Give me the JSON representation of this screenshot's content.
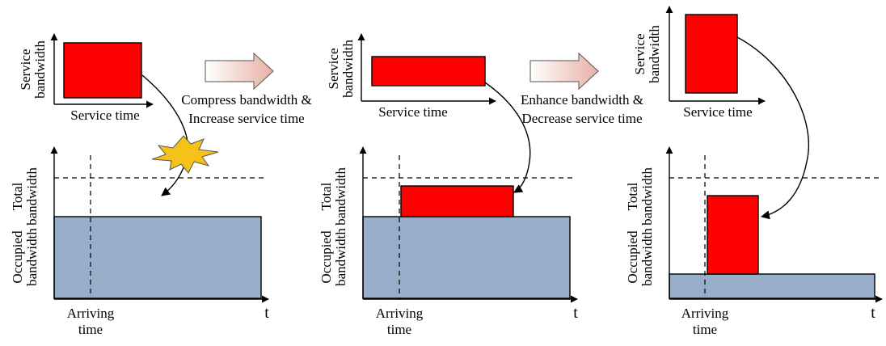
{
  "colors": {
    "service_fill": "#ff0000",
    "occupied_fill": "#98aecb",
    "arrow_fill_start": "#ffffff",
    "arrow_fill_end": "#e8b0a6",
    "burst_fill": "#f6c21a"
  },
  "panels": [
    {
      "service_axes": {
        "y_label_line1": "Service",
        "y_label_line2": "bandwidth",
        "x_label": "Service time"
      },
      "network_axes": {
        "y_total_line1": "Total",
        "y_total_line2": "bandwidth",
        "y_occupied_line1": "Occupied",
        "y_occupied_line2": "bandwidth",
        "x_arrive_line1": "Arriving",
        "x_arrive_line2": "time",
        "x_end": "t"
      },
      "outcome": "collision",
      "burst_icon": "explosion-icon"
    },
    {
      "service_axes": {
        "y_label_line1": "Service",
        "y_label_line2": "bandwidth",
        "x_label": "Service time"
      },
      "network_axes": {
        "y_total_line1": "Total",
        "y_total_line2": "bandwidth",
        "y_occupied_line1": "Occupied",
        "y_occupied_line2": "bandwidth",
        "x_arrive_line1": "Arriving",
        "x_arrive_line2": "time",
        "x_end": "t"
      }
    },
    {
      "service_axes": {
        "y_label_line1": "Service",
        "y_label_line2": "bandwidth",
        "x_label": "Service time"
      },
      "network_axes": {
        "y_total_line1": "Total",
        "y_total_line2": "bandwidth",
        "y_occupied_line1": "Occupied",
        "y_occupied_line2": "bandwidth",
        "x_arrive_line1": "Arriving",
        "x_arrive_line2": "time",
        "x_end": "t"
      }
    }
  ],
  "transitions": [
    {
      "line1": "Compress bandwidth &",
      "line2": "Increase service time",
      "icon": "right-arrow-icon"
    },
    {
      "line1": "Enhance bandwidth &",
      "line2": "Decrease service time",
      "icon": "right-arrow-icon"
    }
  ]
}
